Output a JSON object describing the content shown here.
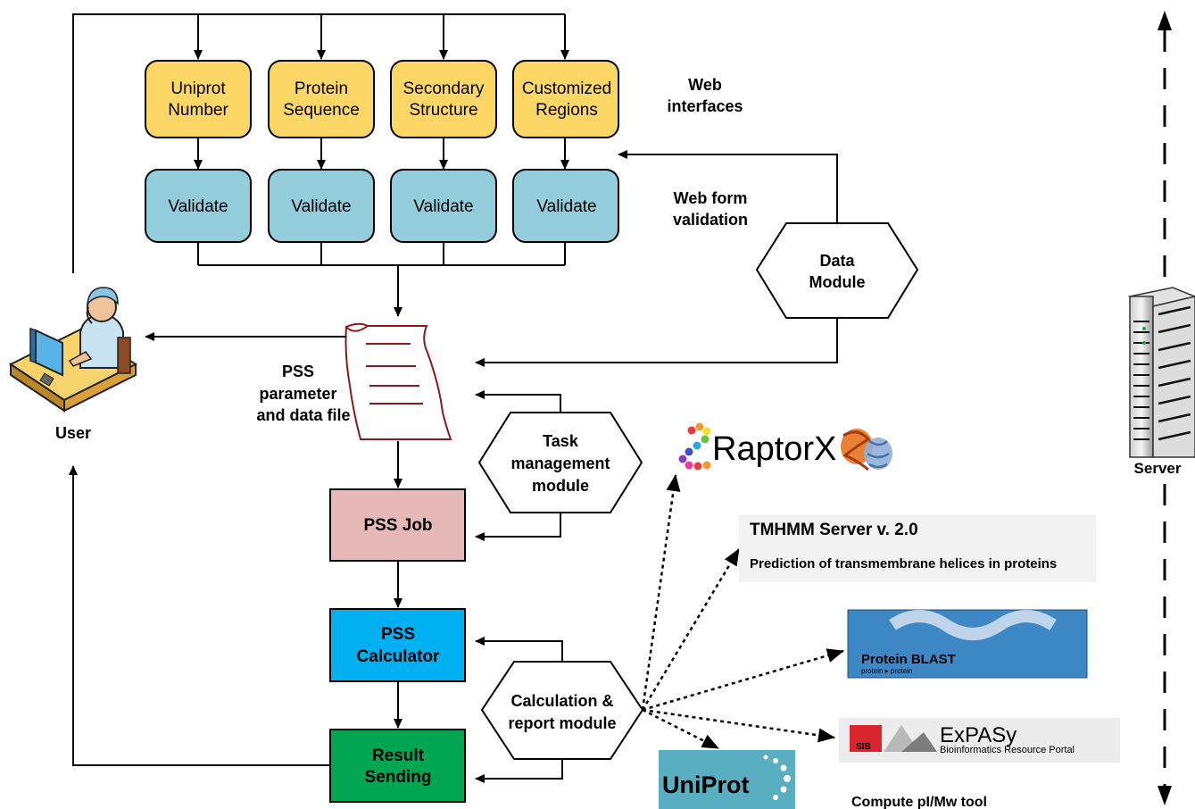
{
  "inputs": [
    {
      "line1": "Uniprot",
      "line2": "Number"
    },
    {
      "line1": "Protein",
      "line2": "Sequence"
    },
    {
      "line1": "Secondary",
      "line2": "Structure"
    },
    {
      "line1": "Customized",
      "line2": "Regions"
    }
  ],
  "validate_label": "Validate",
  "web_interfaces": {
    "line1": "Web",
    "line2": "interfaces"
  },
  "web_form_validation": {
    "line1": "Web form",
    "line2": "validation"
  },
  "data_module": {
    "line1": "Data",
    "line2": "Module"
  },
  "pss_file": {
    "line1": "PSS",
    "line2": "parameter",
    "line3": "and data file"
  },
  "task_module": {
    "line1": "Task",
    "line2": "management",
    "line3": "module"
  },
  "pss_job": "PSS Job",
  "pss_calculator": {
    "line1": "PSS",
    "line2": "Calculator"
  },
  "calc_module": {
    "line1": "Calculation &",
    "line2": "report module"
  },
  "result_sending": {
    "line1": "Result",
    "line2": "Sending"
  },
  "user_label": "User",
  "server_label": "Server",
  "tools": {
    "raptorx": "RaptorX",
    "tmhmm_title": "TMHMM Server v. 2.0",
    "tmhmm_sub": "Prediction of transmembrane helices in proteins",
    "blast_title": "Protein BLAST",
    "blast_sub": "protein ▸ protein",
    "expasy_sib": "SIB",
    "expasy_name": "ExPASy",
    "expasy_sub": "Bioinformatics Resource Portal",
    "uniprot": "UniProt",
    "compute_tool": "Compute pI/Mw tool"
  },
  "colors": {
    "input_box": "#fcd766",
    "validate_box": "#93cddb",
    "pss_job": "#e6b8b7",
    "pss_calculator": "#00b0f0",
    "result_sending": "#00a651",
    "file_stroke": "#8b1a1a",
    "uniprot_bg": "#5aaec2",
    "blast_bg": "#3d87c4"
  }
}
